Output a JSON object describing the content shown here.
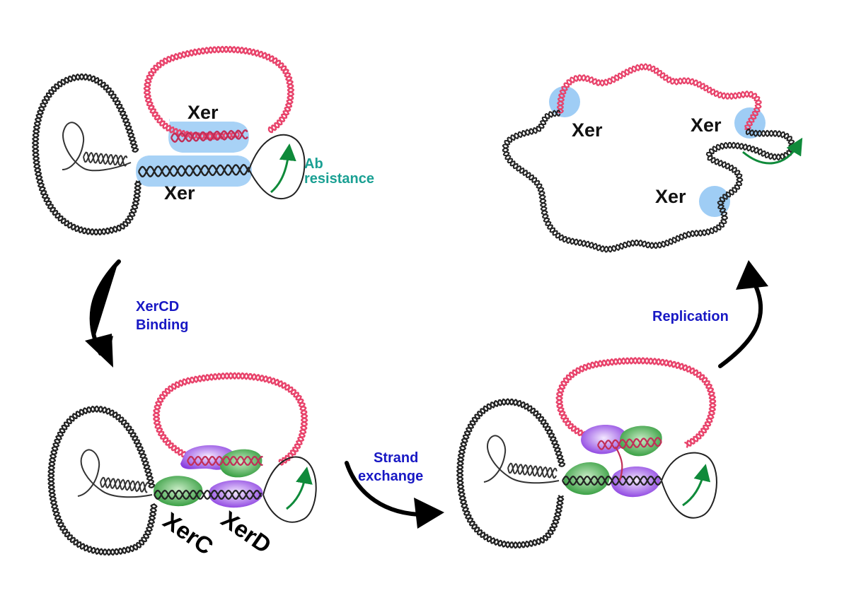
{
  "labels": {
    "xer": "Xer",
    "ab": "Ab",
    "resistance": "resistance",
    "xerc": "XerC",
    "xerd": "XerD"
  },
  "steps": {
    "binding_line1": "XerCD",
    "binding_line2": "Binding",
    "exchange_line1": "Strand",
    "exchange_line2": "exchange",
    "replication": "Replication"
  },
  "colors": {
    "plasmid_black": "#222222",
    "plasmid_pink": "#e8436b",
    "xer_site_highlight": "#9fcdf5",
    "step_label": "#1818c4",
    "resistance_label": "#1aa093",
    "resistance_arrow": "#0f8a3a",
    "xerc_protein": "#2f9a3a",
    "xerd_protein": "#8a3ee0"
  }
}
